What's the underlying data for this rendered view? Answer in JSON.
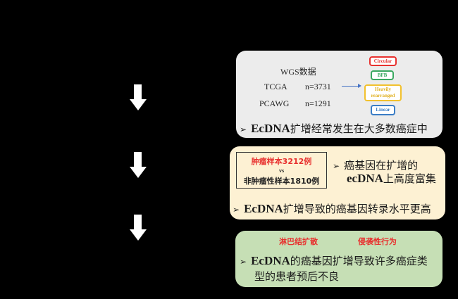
{
  "colors": {
    "background": "#000000",
    "panel1_bg": "#ececec",
    "panel2_bg": "#fdf1d3",
    "panel3_bg": "#c6dfb5",
    "accent_red": "#e8312f",
    "tag_circular": "#e8312f",
    "tag_bfb": "#3aa860",
    "tag_heavily": "#f2c12e",
    "tag_linear": "#3a7dc6",
    "flow_arrow": "#4472c4"
  },
  "flow_arrows": [
    "down-arrow",
    "down-arrow",
    "down-arrow"
  ],
  "panel1": {
    "data_title": "WGS数据",
    "datasets": [
      {
        "name": "TCGA",
        "count": "n=3731"
      },
      {
        "name": "PCAWG",
        "count": "n=1291"
      }
    ],
    "tags": [
      {
        "label": "Circular",
        "color": "#e8312f"
      },
      {
        "label": "BFB",
        "color": "#3aa860"
      },
      {
        "label": "Heavily rearranged",
        "color": "#f2c12e"
      },
      {
        "label": "Linear",
        "color": "#3a7dc6"
      }
    ],
    "bullet_marker": "➢",
    "bullet_bold": "EcDNA",
    "bullet_text": "扩增经常发生在大多数癌症中"
  },
  "panel2": {
    "box": {
      "line1": "肿瘤样本3212例",
      "line2": "vs",
      "line3": "非肿瘤性样本1810例"
    },
    "bullet1_marker": "➢",
    "bullet1_line1": "癌基因在扩增的",
    "bullet1_bold": "ecDNA",
    "bullet1_line2_rest": "上高度富集",
    "bullet2_marker": "➢",
    "bullet2_bold": "EcDNA",
    "bullet2_text": "扩增导致的癌基因转录水平更高"
  },
  "panel3": {
    "label_left": "淋巴结扩散",
    "label_right": "侵袭性行为",
    "bullet_marker": "➢",
    "bullet_bold": "EcDNA",
    "bullet_line1_rest": "的癌基因扩增导致许多癌症类",
    "bullet_line2": "型的患者预后不良"
  }
}
